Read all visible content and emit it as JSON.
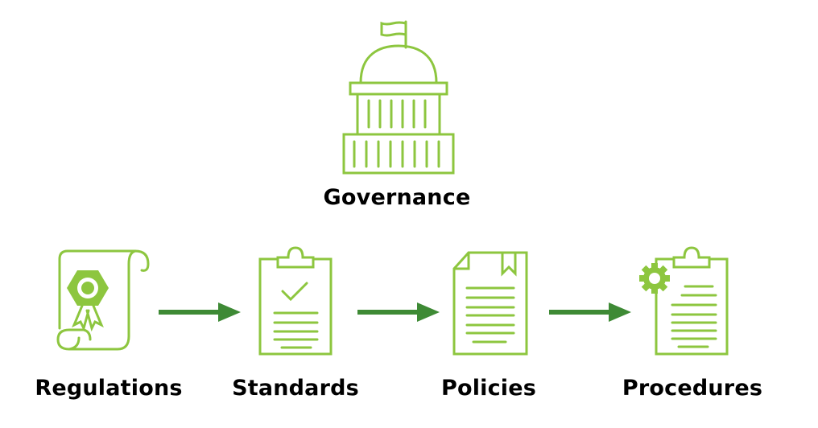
{
  "diagram": {
    "top_node": {
      "label": "Governance",
      "icon": "capitol-building-icon"
    },
    "flow": [
      {
        "label": "Regulations",
        "icon": "certificate-scroll-icon"
      },
      {
        "label": "Standards",
        "icon": "clipboard-check-icon"
      },
      {
        "label": "Policies",
        "icon": "bookmarked-document-icon"
      },
      {
        "label": "Procedures",
        "icon": "clipboard-gear-icon"
      }
    ],
    "connectors": [
      {
        "from": "Regulations",
        "to": "Standards",
        "icon": "right-arrow-icon"
      },
      {
        "from": "Standards",
        "to": "Policies",
        "icon": "right-arrow-icon"
      },
      {
        "from": "Policies",
        "to": "Procedures",
        "icon": "right-arrow-icon"
      }
    ],
    "colors": {
      "icon_green": "#8dc63f",
      "arrow_green": "#3e8a35",
      "text": "#000000",
      "background": "#ffffff"
    }
  }
}
